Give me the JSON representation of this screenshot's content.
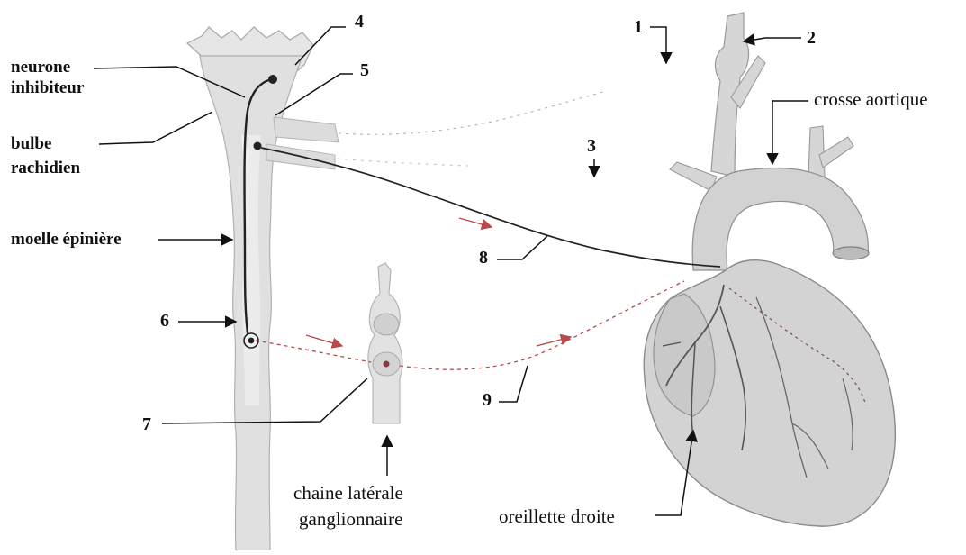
{
  "labels": {
    "neurone_l1": "neurone",
    "neurone_l2": "inhibiteur",
    "bulbe_l1": "bulbe",
    "bulbe_l2": "rachidien",
    "moelle": "moelle épinière",
    "crosse": "crosse aortique",
    "chaine_l1": "chaine latérale",
    "chaine_l2": "ganglionnaire",
    "oreillette": "oreillette droite"
  },
  "numbers": {
    "n1": "1",
    "n2": "2",
    "n3": "3",
    "n4": "4",
    "n5": "5",
    "n6": "6",
    "n7": "7",
    "n8": "8",
    "n9": "9"
  },
  "colors": {
    "tissue": "#d9d9d9",
    "tissue_light": "#e9e9e9",
    "outline": "#9a9a9a",
    "nerve": "#222222",
    "sympathetic": "#b84a4a",
    "ink": "#111111"
  }
}
